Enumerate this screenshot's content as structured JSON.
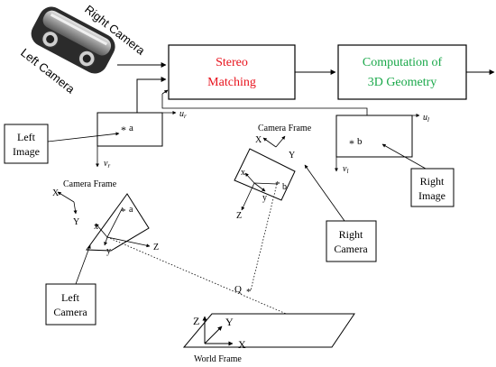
{
  "colors": {
    "stereo_text": "#e8141e",
    "geometry_text": "#1aa84a",
    "line": "#000000",
    "camera_body": "#2a2a2a",
    "camera_metal": "#b8b8b8"
  },
  "camera_device": {
    "right_label": "Right Camera",
    "left_label": "Left Camera"
  },
  "blocks": {
    "stereo": {
      "line1": "Stereo",
      "line2": "Matching"
    },
    "geometry": {
      "line1": "Computation of",
      "line2": "3D Geometry"
    }
  },
  "left_image": {
    "callout_line1": "Left",
    "callout_line2": "Image",
    "point": "a",
    "u_axis": "u",
    "u_sub": "r",
    "v_axis": "v",
    "v_sub": "r"
  },
  "right_image": {
    "callout_line1": "Right",
    "callout_line2": "Image",
    "point": "b",
    "u_axis": "u",
    "u_sub": "l",
    "v_axis": "v",
    "v_sub": "l"
  },
  "left_camera": {
    "frame_label": "Camera Frame",
    "axis_x_outer": "X",
    "axis_y_outer": "Y",
    "axis_x_inner": "x",
    "axis_y_inner": "y",
    "axis_z": "Z",
    "point": "a",
    "callout_line1": "Left",
    "callout_line2": "Camera"
  },
  "right_camera": {
    "frame_label": "Camera Frame",
    "axis_x_outer": "X",
    "axis_y_outer": "Y",
    "axis_x_inner": "x",
    "axis_y_inner": "y",
    "axis_z": "Z",
    "point": "b",
    "callout_line1": "Right",
    "callout_line2": "Camera"
  },
  "world": {
    "point": "Q",
    "axis_x": "X",
    "axis_y": "Y",
    "axis_z": "Z",
    "label": "World Frame"
  }
}
